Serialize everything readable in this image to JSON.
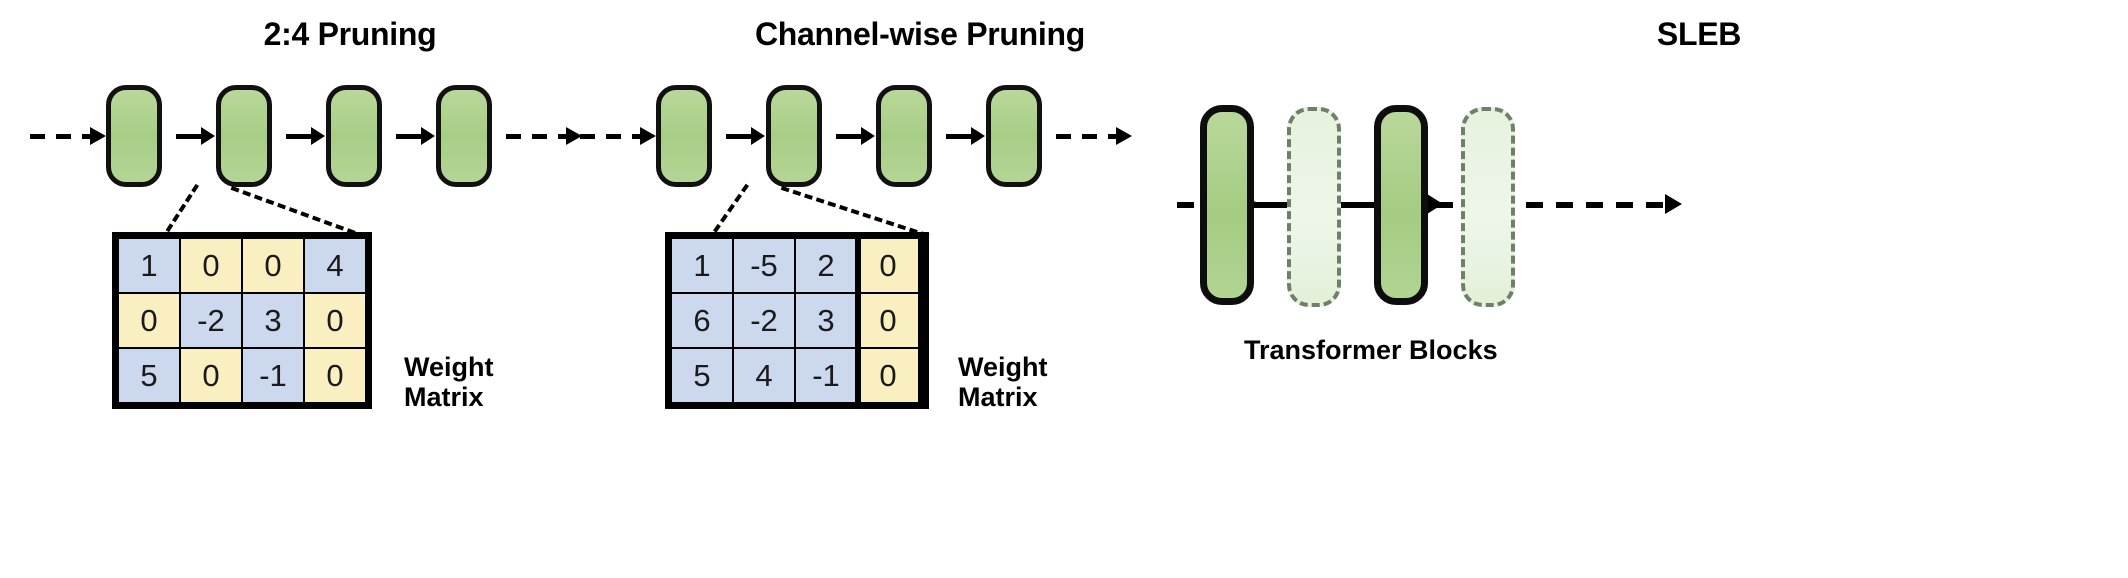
{
  "figure": {
    "panels": [
      {
        "id": "pruning-2-4",
        "title": "2:4 Pruning",
        "block_count": 4,
        "matrix_label": "Weight\nMatrix",
        "matrix_label_line1": "Weight",
        "matrix_label_line2": "Matrix",
        "matrix": {
          "rows": 3,
          "cols": 4,
          "values": [
            [
              "1",
              "0",
              "0",
              "4"
            ],
            [
              "0",
              "-2",
              "3",
              "0"
            ],
            [
              "5",
              "0",
              "-1",
              "0"
            ]
          ],
          "kept_color": "#ccd8ee",
          "pruned_color": "#faefc0"
        }
      },
      {
        "id": "channel-wise-pruning",
        "title": "Channel-wise Pruning",
        "block_count": 4,
        "matrix_label_line1": "Weight",
        "matrix_label_line2": "Matrix",
        "matrix": {
          "rows": 3,
          "cols": 4,
          "values": [
            [
              "1",
              "-5",
              "2",
              "0"
            ],
            [
              "6",
              "-2",
              "3",
              "0"
            ],
            [
              "5",
              "4",
              "-1",
              "0"
            ]
          ],
          "pruned_column_index": 3,
          "kept_color": "#ccd8ee",
          "pruned_color": "#faefc0"
        }
      },
      {
        "id": "sleb",
        "title": "SLEB",
        "caption": "Transformer Blocks",
        "blocks": [
          {
            "state": "kept"
          },
          {
            "state": "removed"
          },
          {
            "state": "kept"
          },
          {
            "state": "removed"
          }
        ],
        "kept_color": "#a8ce86",
        "removed_color": "#e7f2de"
      }
    ],
    "colors": {
      "block_green": "#a8ce86",
      "outline": "#000000",
      "matrix_kept": "#ccd8ee",
      "matrix_pruned": "#faefc0"
    }
  }
}
